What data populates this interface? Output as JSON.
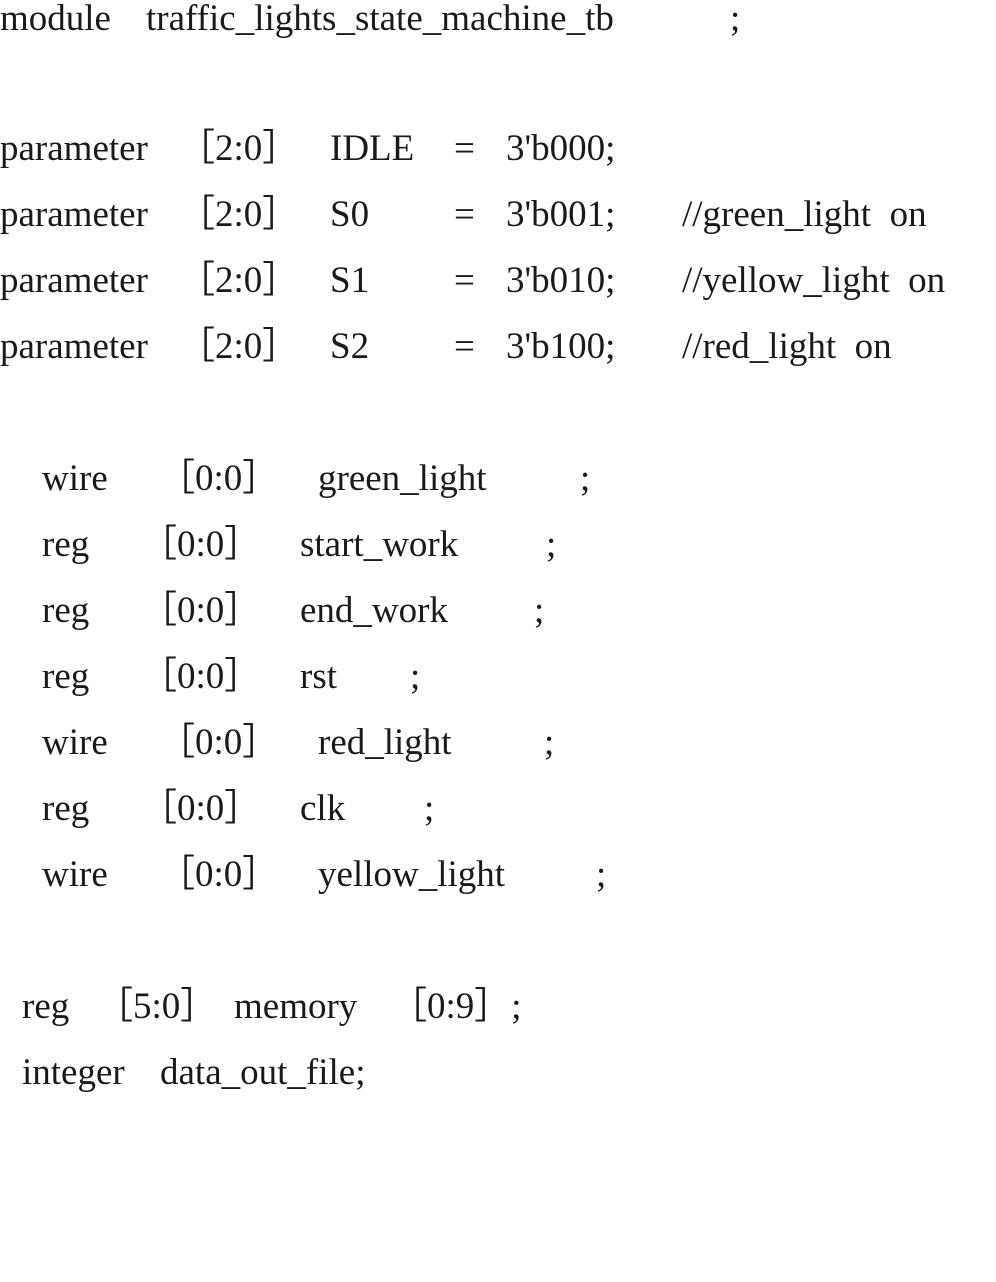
{
  "code": {
    "module_decl": {
      "keyword": "module",
      "name": "traffic_lights_state_machine_tb",
      "semi": ";"
    },
    "parameters": [
      {
        "keyword": "parameter",
        "range": "［2:0］",
        "name": "IDLE",
        "eq": "=",
        "value": "3'b000;",
        "comment": ""
      },
      {
        "keyword": "parameter",
        "range": "［2:0］",
        "name": "S0",
        "eq": "=",
        "value": "3'b001;",
        "comment": "//green_light  on"
      },
      {
        "keyword": "parameter",
        "range": "［2:0］",
        "name": "S1",
        "eq": "=",
        "value": "3'b010;",
        "comment": "//yellow_light  on"
      },
      {
        "keyword": "parameter",
        "range": "［2:0］",
        "name": "S2",
        "eq": "=",
        "value": "3'b100;",
        "comment": "//red_light  on"
      }
    ],
    "signals": [
      {
        "type": "wire",
        "range": "［0:0］",
        "name": "green_light",
        "semi": ";"
      },
      {
        "type": "reg",
        "range": "［0:0］",
        "name": "start_work",
        "semi": ";"
      },
      {
        "type": "reg",
        "range": "［0:0］",
        "name": "end_work",
        "semi": ";"
      },
      {
        "type": "reg",
        "range": "［0:0］",
        "name": "rst",
        "semi": ";"
      },
      {
        "type": "wire",
        "range": "［0:0］",
        "name": "red_light",
        "semi": ";"
      },
      {
        "type": "reg",
        "range": "［0:0］",
        "name": "clk",
        "semi": ";"
      },
      {
        "type": "wire",
        "range": "［0:0］",
        "name": "yellow_light",
        "semi": ";"
      }
    ],
    "memory_decl": {
      "keyword": "reg",
      "range": "［5:0］",
      "name": "memory",
      "array": "［0:9］;"
    },
    "integer_decl": {
      "keyword": "integer",
      "name": "data_out_file;"
    }
  }
}
